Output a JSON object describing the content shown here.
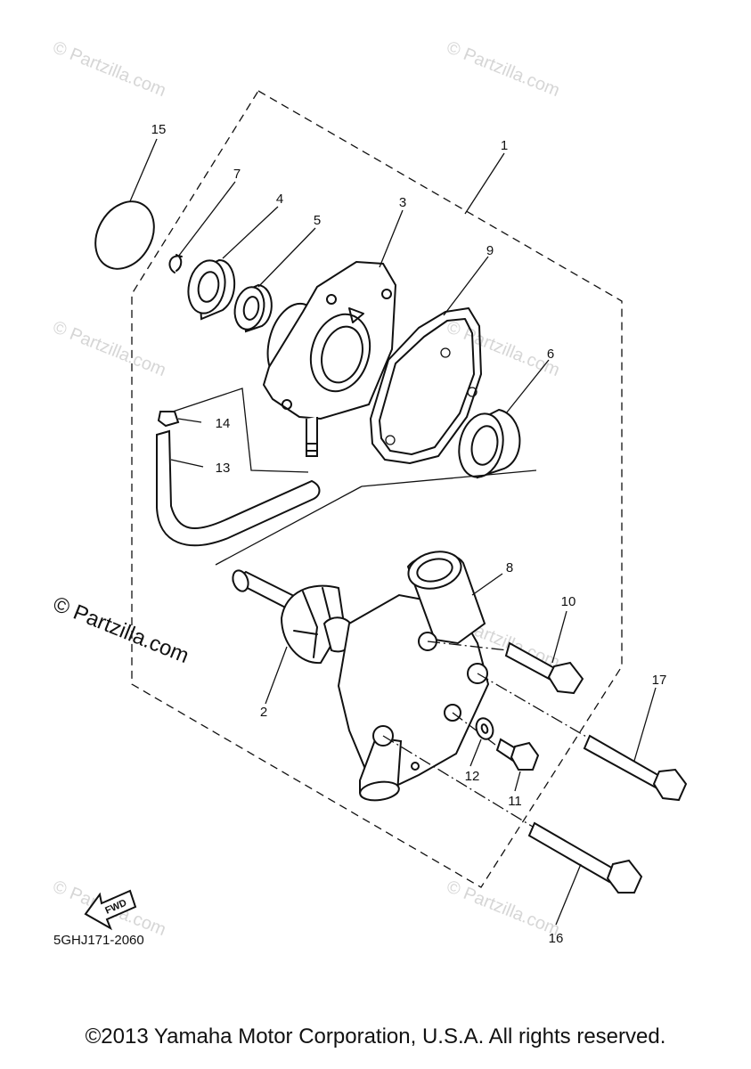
{
  "watermark": {
    "text": "© Partzilla.com"
  },
  "callouts": {
    "c1": "1",
    "c2": "2",
    "c3": "3",
    "c4": "4",
    "c5": "5",
    "c6": "6",
    "c7": "7",
    "c8": "8",
    "c9": "9",
    "c10": "10",
    "c11": "11",
    "c12": "12",
    "c13": "13",
    "c14": "14",
    "c15": "15",
    "c16": "16",
    "c17": "17"
  },
  "fwd_label": "FWD",
  "diagram_code": "5GHJ171-2060",
  "copyright": "©2013 Yamaha Motor Corporation, U.S.A. All rights reserved."
}
